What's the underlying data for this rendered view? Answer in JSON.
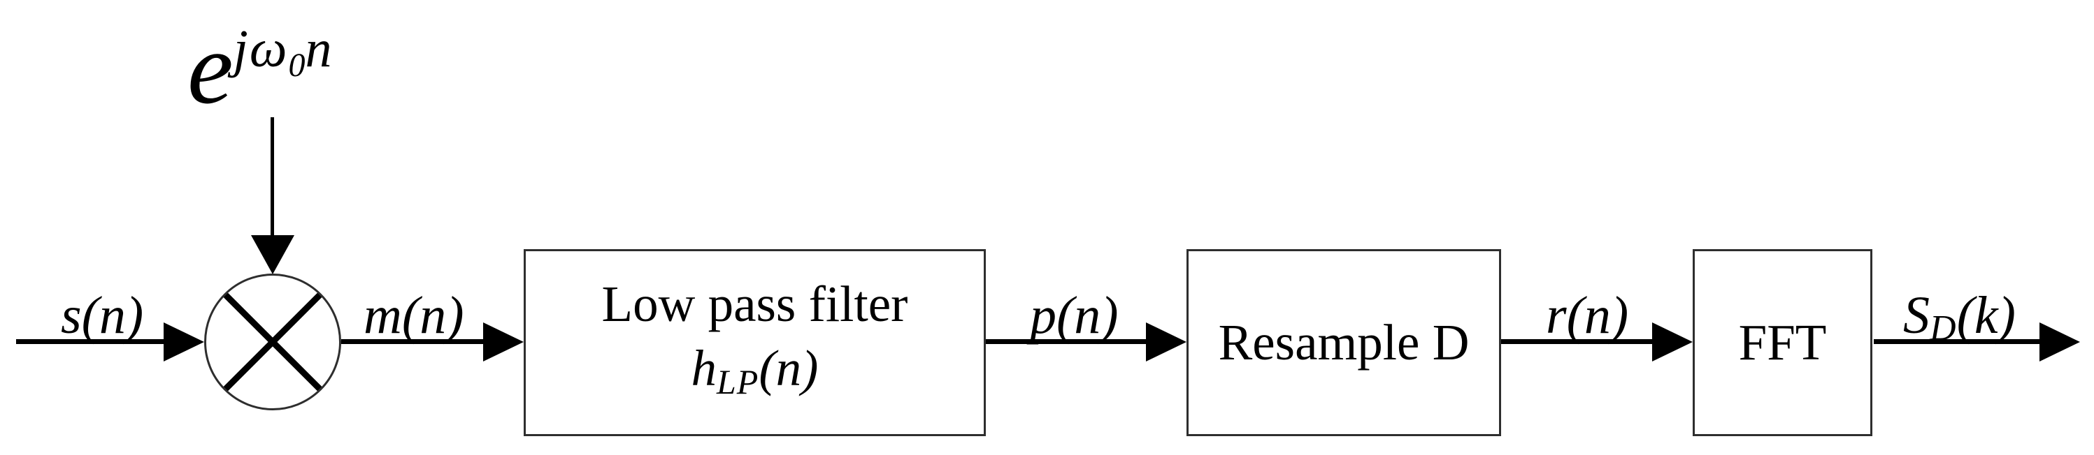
{
  "figure": {
    "background_color": "#ffffff",
    "ink_color": "#000000",
    "box_border_color": "#2e2e2e"
  },
  "carrier": {
    "base": "e",
    "sup_pre": "jω",
    "sub": "0",
    "sup_post": "n"
  },
  "signals": {
    "input_label": "s(n)",
    "mixer_output_label": "m(n)",
    "filter_output_label": "p(n)",
    "resampler_output_label": "r(n)",
    "output_base": "S",
    "output_sub": "D",
    "output_rest": "(k)"
  },
  "blocks": {
    "lowpass_line1": "Low pass filter",
    "lowpass_h": "h",
    "lowpass_h_sub": "LP",
    "lowpass_h_rest": "(n)",
    "resample_label": "Resample D",
    "fft_label": "FFT"
  }
}
